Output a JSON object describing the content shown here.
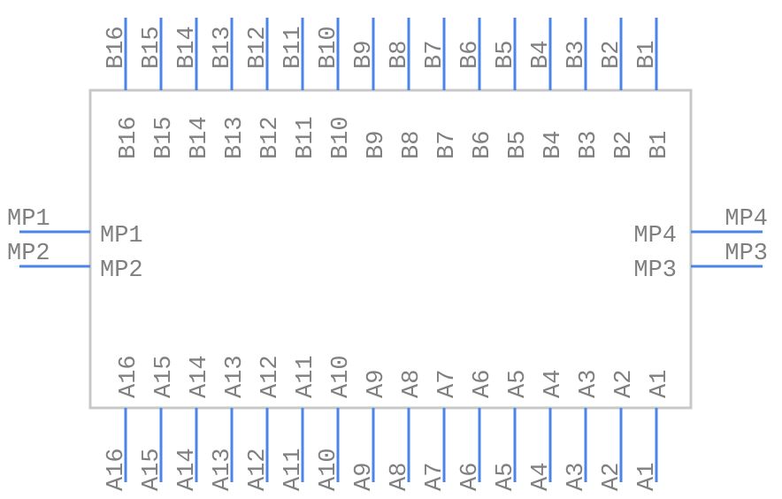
{
  "component": {
    "top_pins": [
      "B16",
      "B15",
      "B14",
      "B13",
      "B12",
      "B11",
      "B10",
      "B9",
      "B8",
      "B7",
      "B6",
      "B5",
      "B4",
      "B3",
      "B2",
      "B1"
    ],
    "bottom_pins": [
      "A16",
      "A15",
      "A14",
      "A13",
      "A12",
      "A11",
      "A10",
      "A9",
      "A8",
      "A7",
      "A6",
      "A5",
      "A4",
      "A3",
      "A2",
      "A1"
    ],
    "left_pins": [
      "MP1",
      "MP2"
    ],
    "right_pins": [
      "MP4",
      "MP3"
    ],
    "colors": {
      "pin": "#4a86e8",
      "outline": "#c8c8c8",
      "text": "#808080"
    }
  }
}
